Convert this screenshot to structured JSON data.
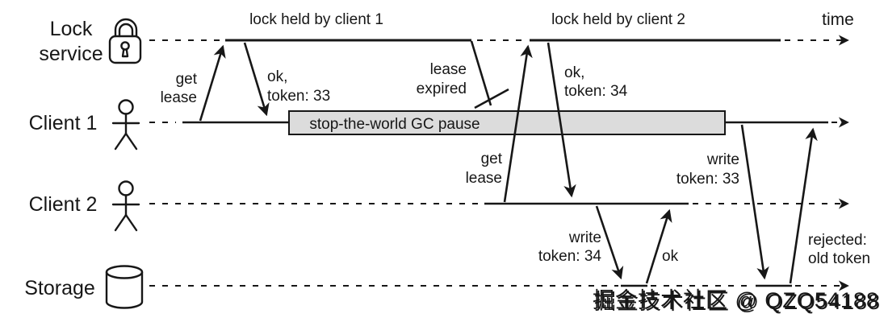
{
  "header": {
    "time_label": "time"
  },
  "rows": {
    "lock_service": {
      "line1": "Lock",
      "line2": "service",
      "icon": "padlock-icon"
    },
    "client1": {
      "label": "Client 1",
      "icon": "person-icon"
    },
    "client2": {
      "label": "Client 2",
      "icon": "person-icon"
    },
    "storage": {
      "label": "Storage",
      "icon": "database-icon"
    }
  },
  "lock_spans": {
    "client1": "lock held by client 1",
    "client2": "lock held by client 2"
  },
  "messages": {
    "get_lease_1": {
      "line1": "get",
      "line2": "lease"
    },
    "ok_token_33": {
      "line1": "ok,",
      "line2": "token: 33"
    },
    "lease_expired": {
      "line1": "lease",
      "line2": "expired"
    },
    "get_lease_2": {
      "line1": "get",
      "line2": "lease"
    },
    "ok_token_34": {
      "line1": "ok,",
      "line2": "token: 34"
    },
    "write_token_34": {
      "line1": "write",
      "line2": "token: 34"
    },
    "ok_write": {
      "label": "ok"
    },
    "write_token_33": {
      "line1": "write",
      "line2": "token: 33"
    },
    "rejected": {
      "line1": "rejected:",
      "line2": "old token"
    }
  },
  "gc_pause": {
    "label": "stop-the-world GC pause",
    "fill": "#dcdcdc"
  },
  "watermark": {
    "text": "掘金技术社区 @ QZQ54188",
    "color": "#d6d6d6",
    "shadow": "#8f8f8f"
  },
  "colors": {
    "ink": "#171717",
    "background": "#ffffff"
  }
}
